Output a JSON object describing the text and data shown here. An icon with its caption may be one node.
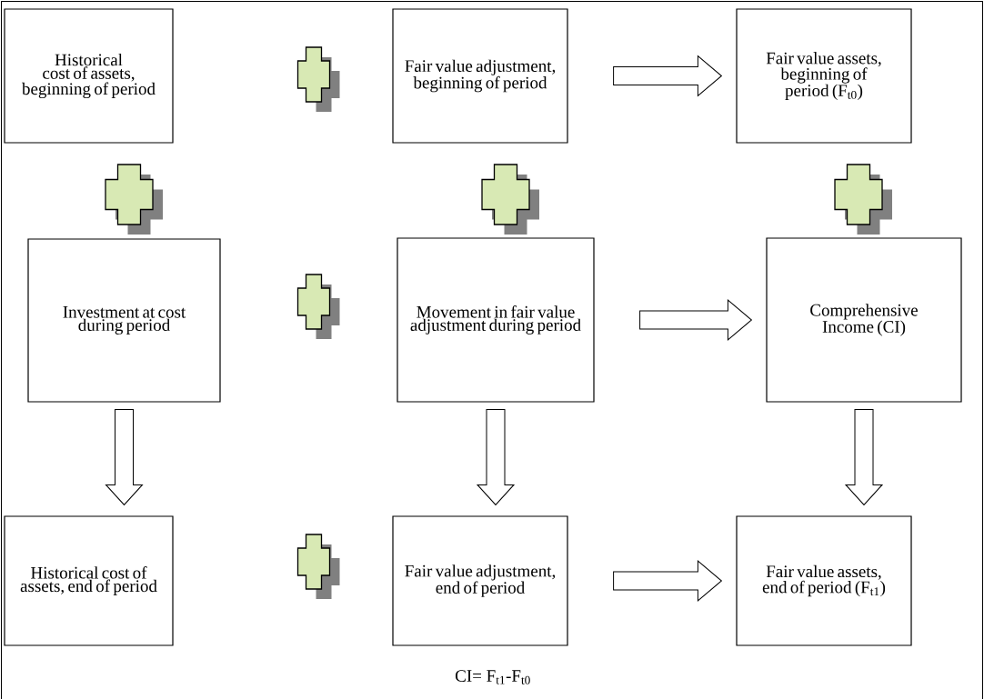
{
  "diagram": {
    "nodes": [
      {
        "text": [
          "Historical cost of assets, beginning of period"
        ]
      },
      {
        "text": [
          "Fair value adjustment, beginning of period"
        ]
      },
      {
        "text": [
          "Fair value assets, beginning of period (F$_{t0}$)"
        ]
      },
      {
        "text": [
          "Investment at cost during period"
        ]
      },
      {
        "text": [
          "Movement in fair value adjustment during period"
        ]
      },
      {
        "text": [
          "Comprehensive Income (CI)"
        ]
      },
      {
        "text": [
          "Historical cost of assets, end of period"
        ]
      },
      {
        "text": [
          "Fair value adjustment, end of period"
        ]
      },
      {
        "text": [
          "Fair value assets, end of period (F$_{t1}$)"
        ]
      }
    ],
    "edges": [
      {
        "from": 1,
        "to": 2,
        "arrow": "to"
      },
      {
        "from": 4,
        "to": 5,
        "arrow": "to"
      },
      {
        "from": 7,
        "to": 8,
        "arrow": "to"
      },
      {
        "from": 3,
        "to": 6,
        "arrow": "to"
      },
      {
        "from": 4,
        "to": 7,
        "arrow": "to"
      },
      {
        "from": 5,
        "to": 8,
        "arrow": "to"
      }
    ],
    "caption": "CI= F$_{t1}$-F$_{t0}$"
  }
}
